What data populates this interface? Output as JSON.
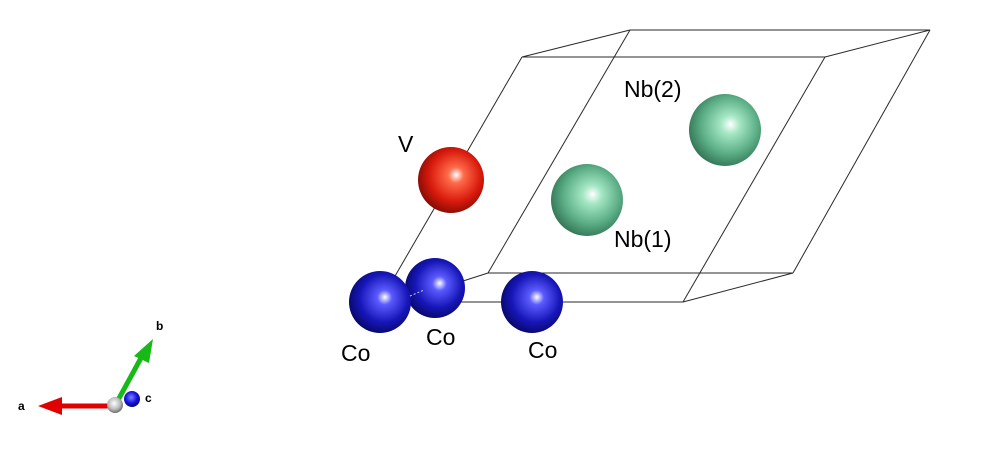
{
  "structure": {
    "atoms": [
      {
        "id": "co-a",
        "element": "Co",
        "color": "#1f1fb0"
      },
      {
        "id": "co-b",
        "element": "Co",
        "color": "#1f1fb0"
      },
      {
        "id": "co-c",
        "element": "Co",
        "color": "#1f1fb0"
      },
      {
        "id": "v",
        "element": "V",
        "color": "#d11a0f"
      },
      {
        "id": "nb1",
        "element": "Nb",
        "color": "#5fb088"
      },
      {
        "id": "nb2",
        "element": "Nb",
        "color": "#5fb088"
      }
    ],
    "labels": {
      "v": "V",
      "nb1": "Nb(1)",
      "nb2": "Nb(2)",
      "co_left": "Co",
      "co_mid": "Co",
      "co_right": "Co"
    }
  },
  "axes": {
    "a": {
      "label": "a",
      "color": "#e00000"
    },
    "b": {
      "label": "b",
      "color": "#17b917"
    },
    "c": {
      "label": "c",
      "color": "#1010e0"
    }
  }
}
